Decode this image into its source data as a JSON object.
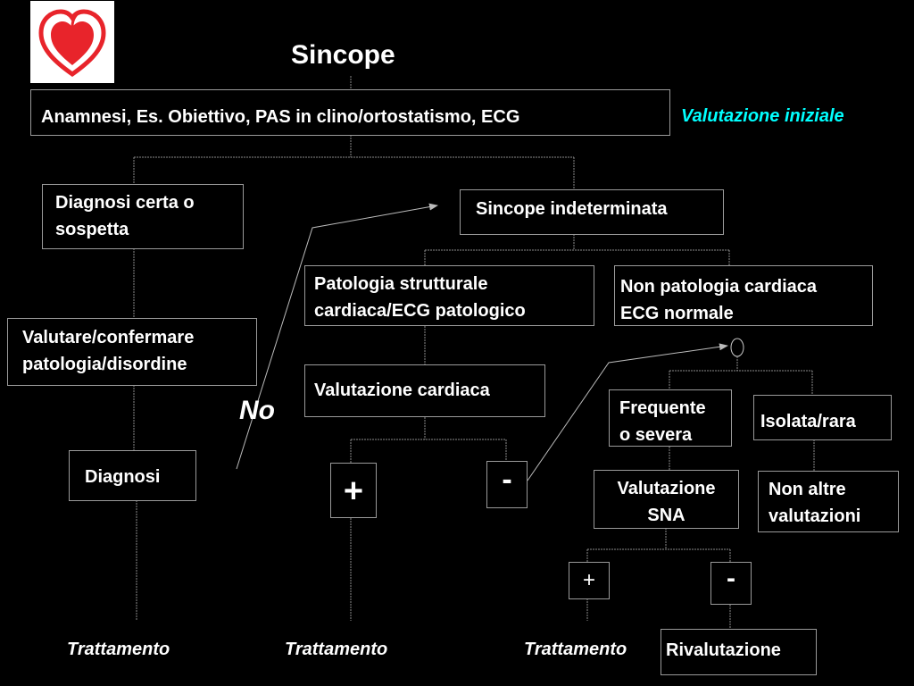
{
  "title": "Sincope",
  "initial_box": "Anamnesi, Es. Obiettivo, PAS in clino/ortostatismo, ECG",
  "initial_label": "Valutazione iniziale",
  "diag_certa": [
    "Diagnosi certa o",
    "sospetta"
  ],
  "sincope_indet": "Sincope indeterminata",
  "valutare": [
    "Valutare/confermare",
    "patologia/disordine"
  ],
  "pat_strutturale": [
    "Patologia strutturale",
    "cardiaca/ECG patologico"
  ],
  "non_patologia": [
    "Non patologia cardiaca",
    "ECG normale"
  ],
  "valut_cardiaca": "Valutazione cardiaca",
  "frequente": [
    "Frequente",
    "o severa"
  ],
  "isolata": "Isolata/rara",
  "no_label": "No",
  "diagnosi": "Diagnosi",
  "plus_big": "+",
  "minus_big": "-",
  "valut_sna": [
    "Valutazione",
    "SNA"
  ],
  "non_altre": [
    "Non altre",
    "valutazioni"
  ],
  "plus_small": "+",
  "minus_small": "-",
  "trattamento_1": "Trattamento",
  "trattamento_2": "Trattamento",
  "trattamento_3": "Trattamento",
  "rivalutazione": "Rivalutazione",
  "colors": {
    "background": "#000000",
    "label_accent": "#00ffff",
    "logo_red": "#e8242b",
    "line": "#9a9a9a"
  },
  "logo_icon": "heart-logo-icon"
}
